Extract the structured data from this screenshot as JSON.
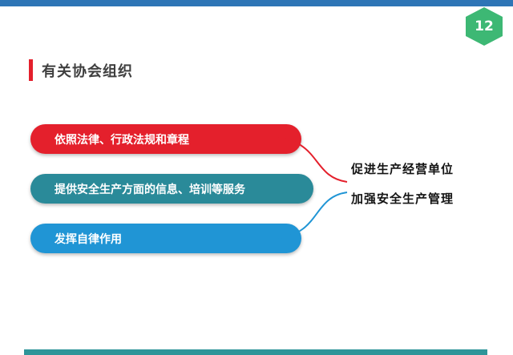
{
  "slide": {
    "page_number": "12",
    "title": "有关协会组织"
  },
  "pills": [
    {
      "label": "依照法律、行政法规和章程",
      "color": "#e4202c"
    },
    {
      "label": "提供安全生产方面的信息、培训等服务",
      "color": "#2a8a99"
    },
    {
      "label": "发挥自律作用",
      "color": "#2095d5"
    }
  ],
  "outcomes": [
    {
      "label": "促进生产经营单位"
    },
    {
      "label": "加强安全生产管理"
    }
  ],
  "colors": {
    "top_bar": "#2e75b6",
    "hexagon": "#3db874",
    "accent_red": "#e4202c",
    "teal": "#2a8a99",
    "blue": "#2095d5",
    "bottom_bar": "#2e9599"
  }
}
